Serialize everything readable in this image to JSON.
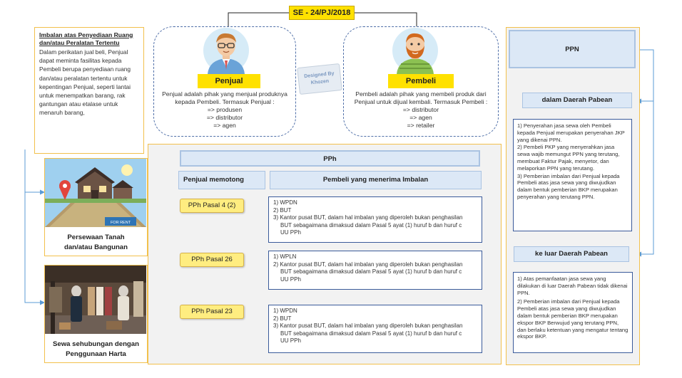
{
  "title": "SE - 24/PJ/2018",
  "watermark": [
    "Designed By",
    "Khozen"
  ],
  "left_panel": {
    "heading": "Imbalan atas Penyediaan Ruang dan/atau Peralatan Tertentu",
    "body": "Dalam perikatan jual beli, Penjual dapat meminta fasilitas kepada Pembeli berupa penyediaan ruang dan/atau peralatan tertentu untuk kepentingan Penjual, seperti lantai untuk menempatkan barang, rak gantungan atau etalase untuk menaruh barang,"
  },
  "seller": {
    "label": "Penjual",
    "desc": [
      "Penjual adalah pihak yang menjual produknya",
      "kepada Pembeli. Termasuk Penjual :",
      "=> produsen",
      "=> distributor",
      "=> agen"
    ]
  },
  "buyer": {
    "label": "Pembeli",
    "desc": [
      "Pembeli adalah pihak yang membeli produk dari",
      "Penjual untuk dijual kembali. Termasuk Pembeli :",
      "=> distributor",
      "=> agen",
      "=> retailer"
    ]
  },
  "images": [
    {
      "caption": "Persewaan Tanah dan/atau Bangunan",
      "sign": "FOR RENT"
    },
    {
      "caption": "Sewa sehubungan dengan Penggunaan Harta"
    }
  ],
  "pph": {
    "header": "PPh",
    "col_left": "Penjual memotong",
    "col_right": "Pembeli yang menerima Imbalan",
    "rows": [
      {
        "label": "PPh Pasal 4 (2)",
        "items": [
          "1) WPDN",
          "2) BUT",
          "3) Kantor pusat BUT, dalam hal imbalan yang diperoleh bukan penghasilan",
          "BUT sebagaimana dimaksud dalam Pasal 5 ayat (1) huruf b dan huruf c",
          "UU PPh"
        ]
      },
      {
        "label": "PPh Pasal 26",
        "items": [
          "1) WPLN",
          "2) Kantor pusat BUT, dalam hal imbalan yang diperoleh bukan penghasilan",
          "BUT sebagaimana dimaksud dalam Pasal 5 ayat (1) huruf b dan huruf c",
          "UU PPh"
        ]
      },
      {
        "label": "PPh Pasal 23",
        "items": [
          "1) WPDN",
          "2) BUT",
          "3) Kantor pusat BUT, dalam hal imbalan yang diperoleh bukan penghasilan",
          "BUT sebagaimana dimaksud dalam Pasal 5 ayat (1) huruf b dan huruf c",
          "UU PPh"
        ]
      }
    ]
  },
  "ppn": {
    "header": "PPN",
    "inside_title": "dalam Daerah Pabean",
    "inside_items": [
      "1) Penyerahan jasa sewa oleh Pembeli kepada Penjual merupakan penyerahan JKP yang dikenai PPN.",
      "2) Pembeli PKP yang menyerahkan jasa sewa wajib memungut PPN yang terutang, membuat Faktur Pajak, menyetor, dan melaporkan PPN yang terutang.",
      "3) Pemberian imbalan dari Penjual kepada Pembeli atas jasa sewa yang diwujudkan dalam bentuk pemberian BKP merupakan penyerahan yang terutang PPN."
    ],
    "outside_title": "ke luar Daerah Pabean",
    "outside_items": [
      "1) Atas pemanfaatan jasa sewa yang dilakukan di luar Daerah Pabean tidak dikenai PPN.",
      "2) Pemberian imbalan dari Penjual kepada Pembeli atas jasa sewa yang diwujudkan dalam bentuk pemberian BKP merupakan ekspor BKP Berwujud yang terutang PPN, dan berlaku ketentuan yang mengatur tentang ekspor BKP."
    ]
  },
  "colors": {
    "yellow": "#ffe100",
    "gold": "#f2c04c",
    "pale_blue": "#dce8f6",
    "navy": "#3a5a9a",
    "gray_panel": "#f2f2f2"
  }
}
